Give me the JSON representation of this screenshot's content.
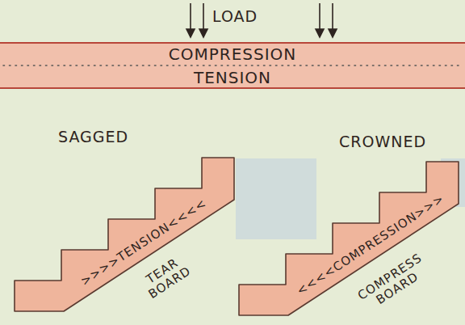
{
  "diagram": {
    "nodes": [
      {
        "text": [
          "COMPRESSION",
          "TENSION"
        ]
      },
      {
        "text": [
          ">>>>TENSION<<<<",
          "TEAR BOARD"
        ]
      },
      {
        "text": [
          "<<<<COMPRESSION>>>",
          "COMPRESS BOARD"
        ]
      }
    ],
    "labels": [
      "LOAD",
      "SAGGED",
      "CROWNED"
    ]
  }
}
